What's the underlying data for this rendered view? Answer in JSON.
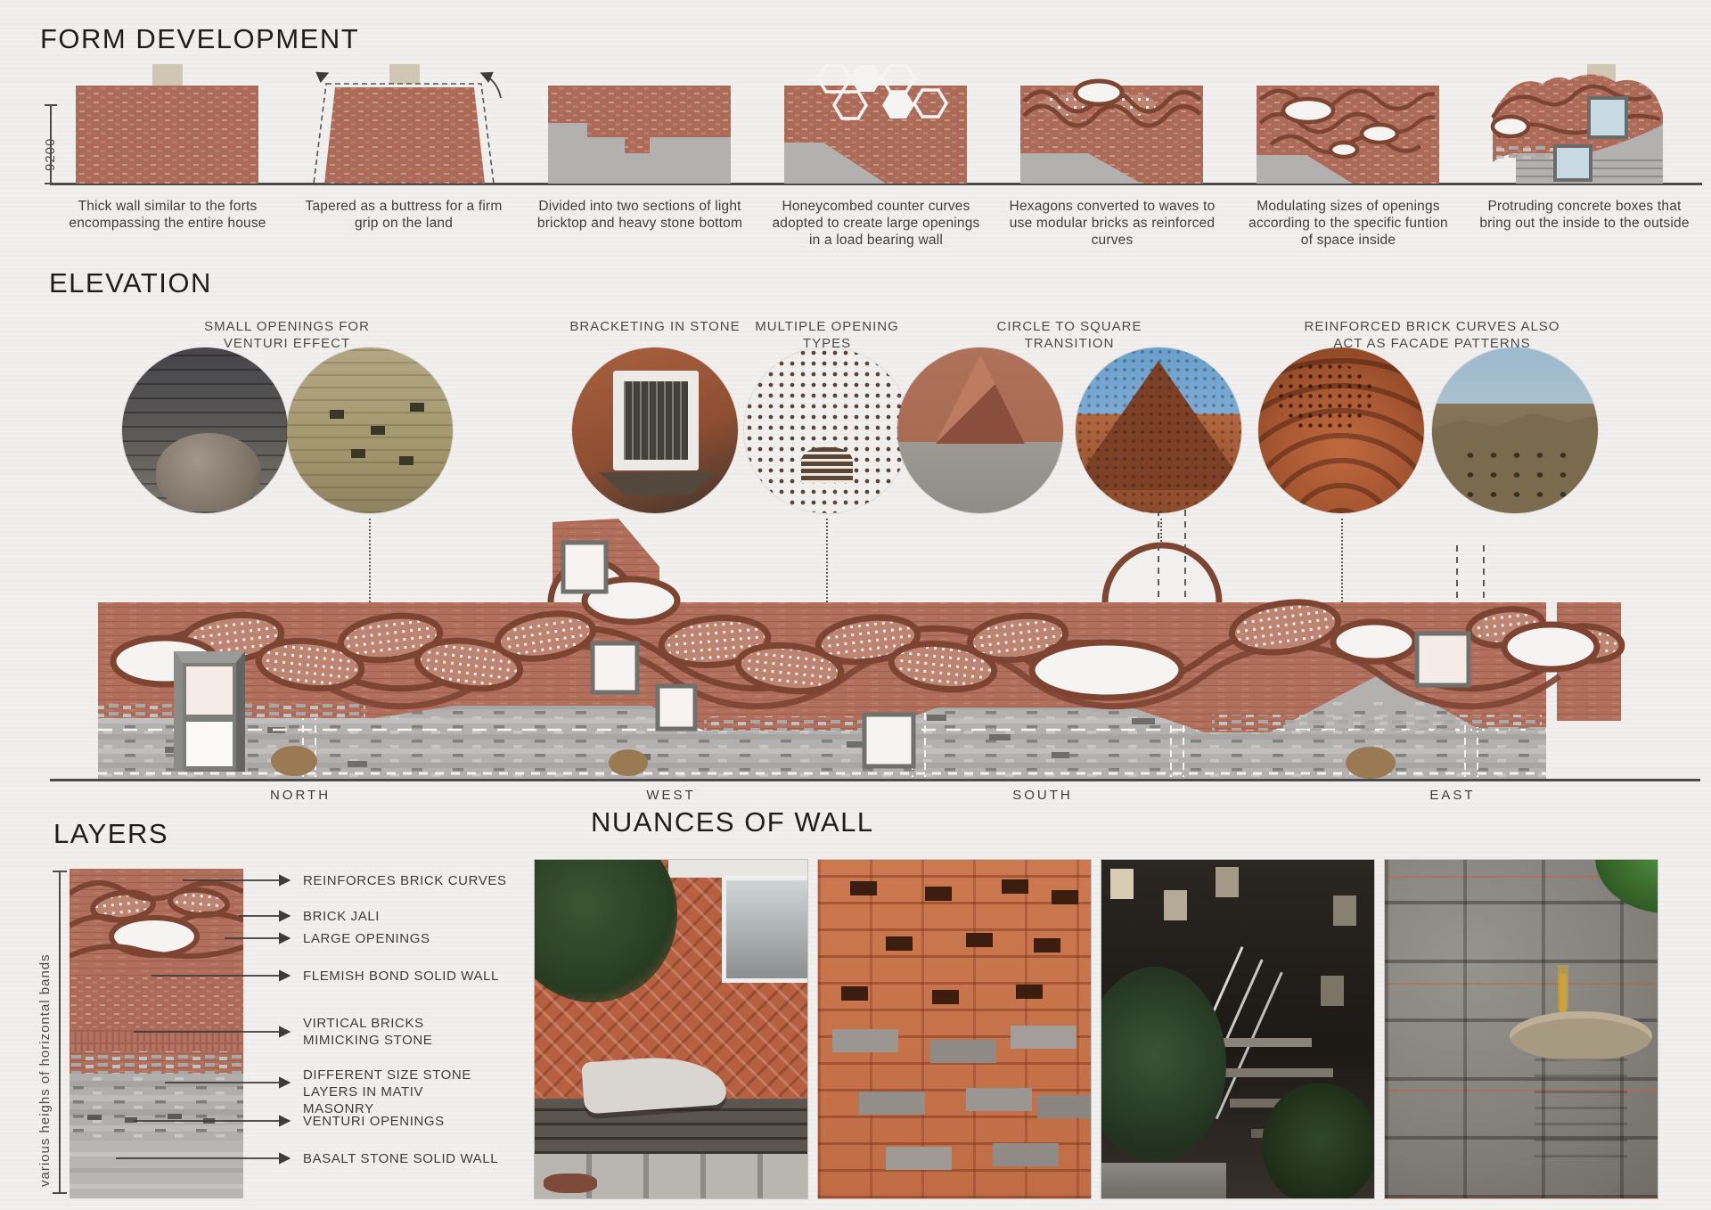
{
  "form_development": {
    "heading": "FORM DEVELOPMENT",
    "dimension": "9200",
    "items": [
      {
        "caption": "Thick wall similar to the forts encompassing the entire house"
      },
      {
        "caption": "Tapered as a buttress for a firm grip on the land"
      },
      {
        "caption": "Divided into two sections of light bricktop and heavy stone bottom"
      },
      {
        "caption": "Honeycombed counter curves adopted to create large openings in a load bearing wall"
      },
      {
        "caption": "Hexagons converted to waves to use modular bricks as reinforced curves"
      },
      {
        "caption": "Modulating sizes of openings according to the specific funtion of space inside"
      },
      {
        "caption": "Protruding concrete boxes that bring out the inside to the outside"
      }
    ]
  },
  "elevation": {
    "heading": "ELEVATION",
    "callouts": [
      {
        "label": "SMALL OPENINGS FOR VENTURI EFFECT"
      },
      {
        "label": "BRACKETING IN STONE"
      },
      {
        "label": "MULTIPLE OPENING TYPES"
      },
      {
        "label": "CIRCLE TO SQUARE TRANSITION"
      },
      {
        "label": "REINFORCED BRICK CURVES ALSO ACT AS FACADE PATTERNS"
      }
    ],
    "directions": [
      {
        "label": "NORTH"
      },
      {
        "label": "WEST"
      },
      {
        "label": "SOUTH"
      },
      {
        "label": "EAST"
      }
    ]
  },
  "layers": {
    "heading": "LAYERS",
    "axis_note": "various heighs of horizontal bands",
    "labels": [
      {
        "text": "REINFORCES BRICK CURVES"
      },
      {
        "text": "BRICK JALI"
      },
      {
        "text": "LARGE OPENINGS"
      },
      {
        "text": "FLEMISH BOND SOLID WALL"
      },
      {
        "text": "VIRTICAL BRICKS MIMICKING STONE"
      },
      {
        "text": "DIFFERENT SIZE STONE LAYERS IN MATIV MASONRY"
      },
      {
        "text": "VENTURI OPENINGS"
      },
      {
        "text": "BASALT STONE SOLID WALL"
      }
    ]
  },
  "nuances": {
    "heading": "NUANCES OF WALL"
  },
  "colors": {
    "paper": "#f1f0ee",
    "brick": "#ad6a57",
    "brick_outline": "#7e4432",
    "stone_gray": "#b2b1af",
    "concrete_beige": "#cfc6b3",
    "glass_blue": "#c8dbe4"
  }
}
